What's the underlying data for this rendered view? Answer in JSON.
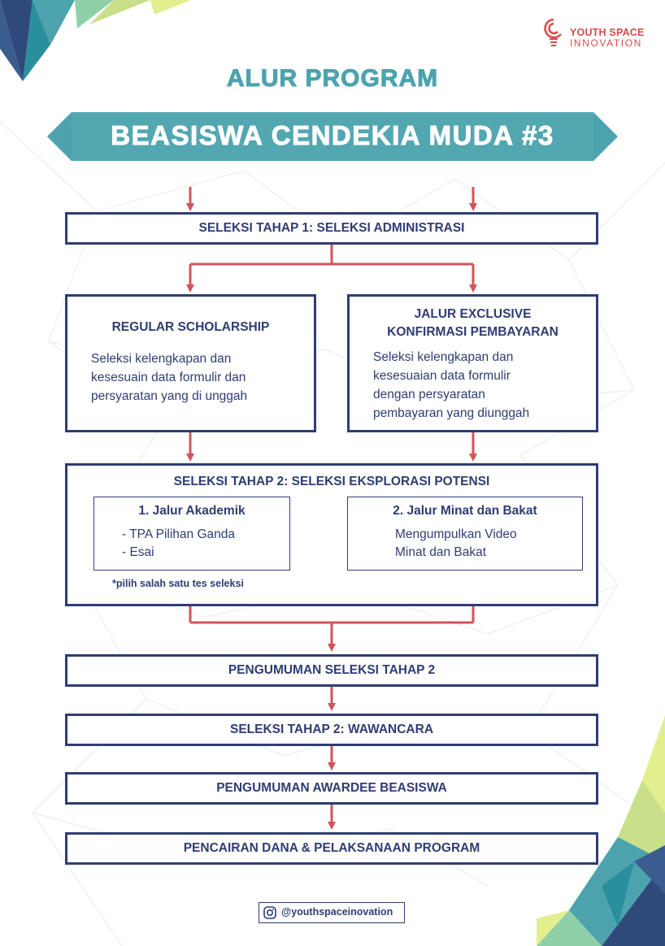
{
  "brand": {
    "line1": "YOUTH SPACE",
    "line2": "INNOVATION"
  },
  "title": "ALUR PROGRAM",
  "banner": "BEASISWA CENDEKIA MUDA #3",
  "stage1": "SELEKSI TAHAP 1: SELEKSI ADMINISTRASI",
  "regular": {
    "title": "REGULAR SCHOLARSHIP",
    "desc": [
      "Seleksi kelengkapan dan",
      "kesesuain data formulir dan",
      "persyaratan yang di unggah"
    ]
  },
  "exclusive": {
    "title": [
      "JALUR EXCLUSIVE",
      "KONFIRMASI PEMBAYARAN"
    ],
    "desc": [
      "Seleksi kelengkapan dan",
      "kesesuaian data formulir",
      "dengan persyaratan",
      "pembayaran yang diunggah"
    ]
  },
  "stage2": {
    "title": "SELEKSI TAHAP 2: SELEKSI EKSPLORASI POTENSI",
    "akademik": {
      "title": "1. Jalur Akademik",
      "items": [
        "- TPA Pilihan Ganda",
        "- Esai"
      ]
    },
    "minat": {
      "title": "2. Jalur Minat dan Bakat",
      "items": [
        "Mengumpulkan Video",
        "Minat dan Bakat"
      ]
    },
    "note": "*pilih salah satu tes seleksi"
  },
  "steps": [
    "PENGUMUMAN SELEKSI TAHAP 2",
    "SELEKSI TAHAP 2: WAWANCARA",
    "PENGUMUMAN AWARDEE BEASISWA",
    "PENCAIRAN DANA & PELAKSANAAN PROGRAM"
  ],
  "social": {
    "handle": "@youthspaceinovation",
    "icon": "instagram-icon"
  },
  "colors": {
    "navy": "#2f3d73",
    "red": "#d0555a",
    "teal": "#4da3ad",
    "brand_red": "#d84b4b"
  }
}
